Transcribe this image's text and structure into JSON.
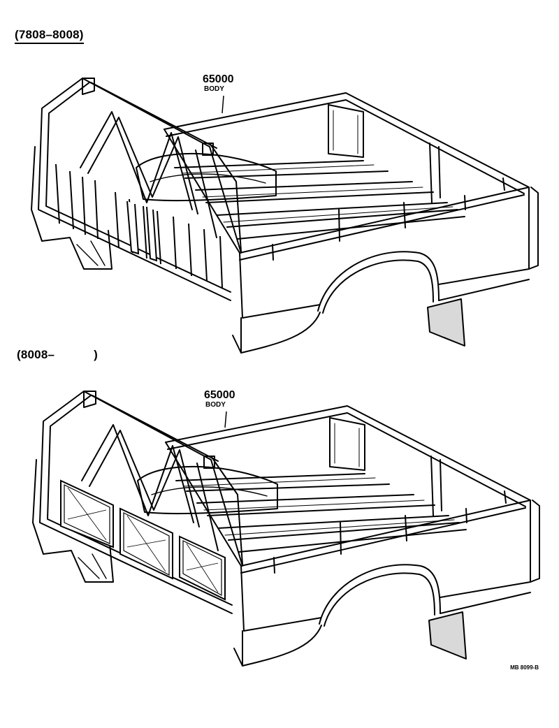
{
  "labels": {
    "top_range": "(7808–8008)",
    "bottom_range_start": "(8008–",
    "bottom_range_end": ")",
    "top_part_number": "65000",
    "top_part_name": "BODY",
    "bottom_part_number": "65000",
    "bottom_part_name": "BODY",
    "drawing_code": "MB 8099-B"
  }
}
